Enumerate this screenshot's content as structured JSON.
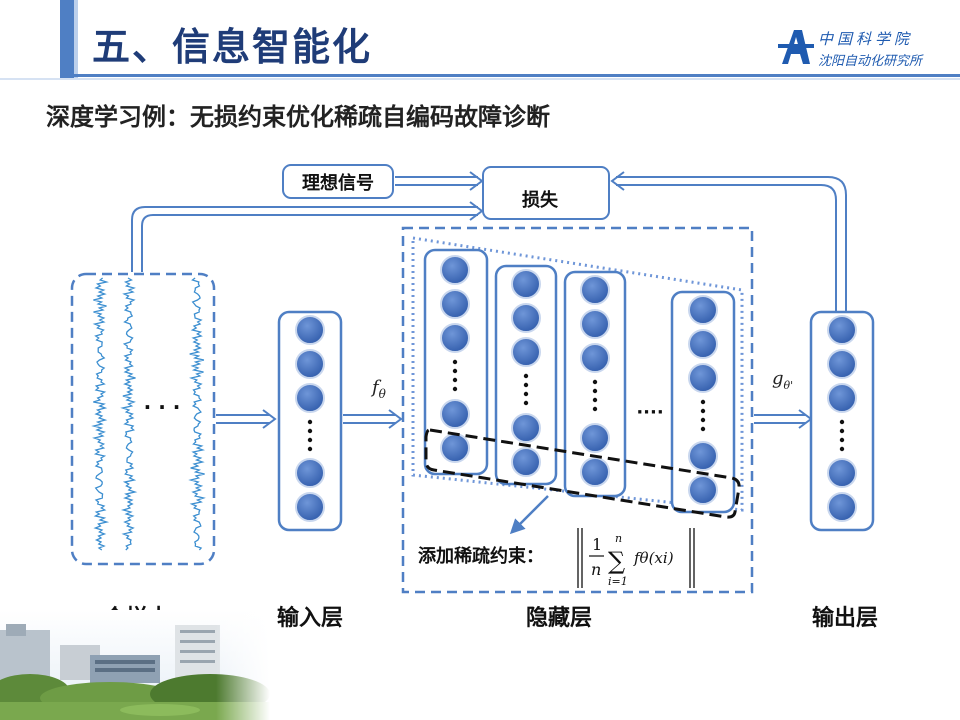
{
  "header": {
    "title": "五、信息智能化",
    "logo_line1": "中国科学院",
    "logo_line2": "沈阳自动化研究所"
  },
  "subtitle": "深度学习例：无损约束优化稀疏自编码故障诊断",
  "diagram": {
    "ideal_signal_label": "理想信号",
    "loss_label": "损失",
    "encoder_label": "f",
    "encoder_sub": "θ",
    "decoder_label": "g",
    "decoder_sub": "θ'",
    "samples_ellipsis": "· · ·",
    "hidden_ellipsis": "····",
    "sparsity_label": "添加稀疏约束：",
    "formula": {
      "numerator": "1",
      "denominator": "n",
      "sum_top": "n",
      "sum_bottom": "i=1",
      "body": "fθ(xi)"
    }
  },
  "labels": {
    "samples": "n个样本",
    "input": "输入层",
    "hidden": "隐藏层",
    "output": "输出层"
  },
  "colors": {
    "accent": "#4f7fc4",
    "node_fill": "#4472c4",
    "node_stroke": "#c9d7ee",
    "wave": "#3b8ed0"
  }
}
